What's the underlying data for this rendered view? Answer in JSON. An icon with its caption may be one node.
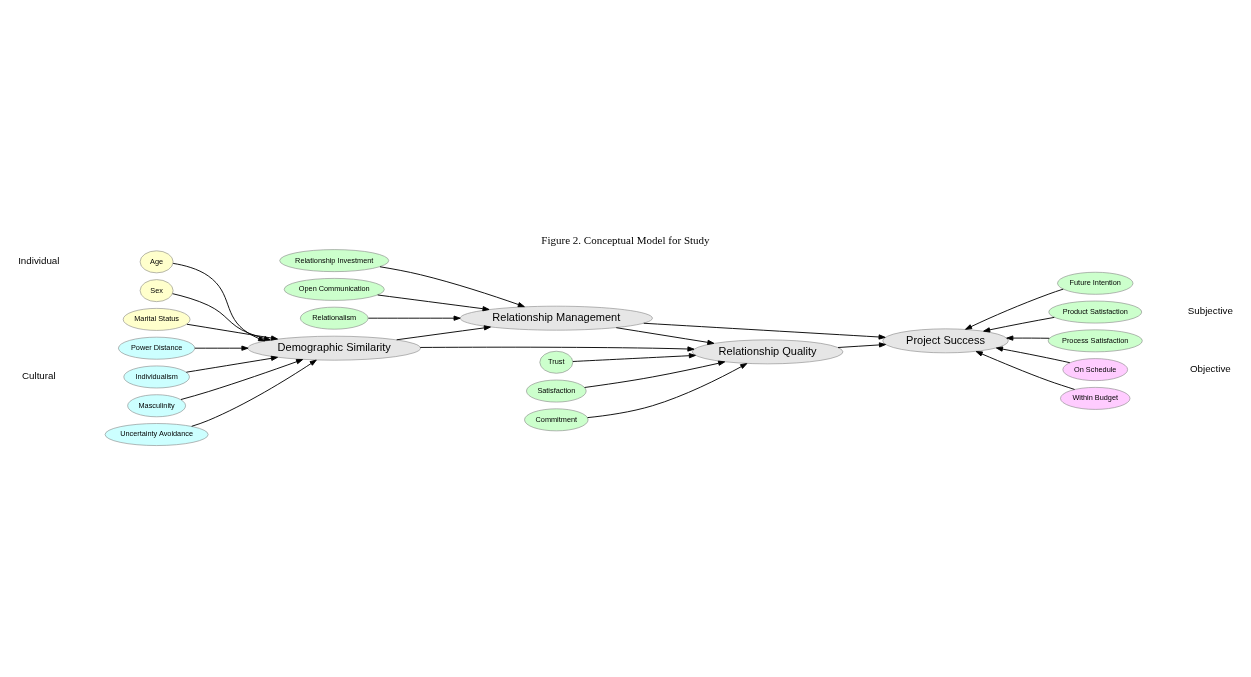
{
  "diagram": {
    "title": "Figure 2. Conceptual Model for Study",
    "nodes": [
      {
        "text": [
          "Relationship Investment"
        ]
      },
      {
        "text": [
          "Open Communication"
        ]
      },
      {
        "text": [
          "Relationalism"
        ]
      },
      {
        "text": [
          "Age"
        ]
      },
      {
        "text": [
          "Sex"
        ]
      },
      {
        "text": [
          "Marital Status"
        ]
      },
      {
        "text": [
          "Power Distance"
        ]
      },
      {
        "text": [
          "Individualism"
        ]
      },
      {
        "text": [
          "Masculinity"
        ]
      },
      {
        "text": [
          "Uncertainty Avoidance"
        ]
      },
      {
        "text": [
          "Relationship Management"
        ]
      },
      {
        "text": [
          "Demographic Similarity"
        ]
      },
      {
        "text": [
          "Project Success"
        ]
      },
      {
        "text": [
          "Relationship Quality"
        ]
      },
      {
        "text": [
          "Future Intention"
        ]
      },
      {
        "text": [
          "Product Satisfaction"
        ]
      },
      {
        "text": [
          "Process Satisfaction"
        ]
      },
      {
        "text": [
          "On Schedule"
        ]
      },
      {
        "text": [
          "Within Budget"
        ]
      },
      {
        "text": [
          "Trust"
        ]
      },
      {
        "text": [
          "Satisfaction"
        ]
      },
      {
        "text": [
          "Commitment"
        ]
      }
    ],
    "edges": [
      {
        "from": 0,
        "to": 10,
        "arrow": "to"
      },
      {
        "from": 1,
        "to": 10,
        "arrow": "to"
      },
      {
        "from": 2,
        "to": 10,
        "arrow": "to"
      },
      {
        "from": 3,
        "to": 11,
        "arrow": "to"
      },
      {
        "from": 4,
        "to": 11,
        "arrow": "to"
      },
      {
        "from": 5,
        "to": 11,
        "arrow": "to"
      },
      {
        "from": 6,
        "to": 11,
        "arrow": "to"
      },
      {
        "from": 7,
        "to": 11,
        "arrow": "to"
      },
      {
        "from": 8,
        "to": 11,
        "arrow": "to"
      },
      {
        "from": 9,
        "to": 11,
        "arrow": "to"
      },
      {
        "from": 11,
        "to": 10,
        "arrow": "to"
      },
      {
        "from": 11,
        "to": 13,
        "arrow": "to"
      },
      {
        "from": 10,
        "to": 13,
        "arrow": "to"
      },
      {
        "from": 10,
        "to": 12,
        "arrow": "to"
      },
      {
        "from": 13,
        "to": 12,
        "arrow": "to"
      },
      {
        "from": 14,
        "to": 12,
        "arrow": "to"
      },
      {
        "from": 15,
        "to": 12,
        "arrow": "to"
      },
      {
        "from": 16,
        "to": 12,
        "arrow": "to"
      },
      {
        "from": 17,
        "to": 12,
        "arrow": "to"
      },
      {
        "from": 18,
        "to": 12,
        "arrow": "to"
      },
      {
        "from": 19,
        "to": 13,
        "arrow": "to"
      },
      {
        "from": 20,
        "to": 13,
        "arrow": "to"
      },
      {
        "from": 21,
        "to": 13,
        "arrow": "to"
      }
    ],
    "labels": [
      "Individual",
      "Cultural",
      "Subjective",
      "Objective"
    ]
  }
}
